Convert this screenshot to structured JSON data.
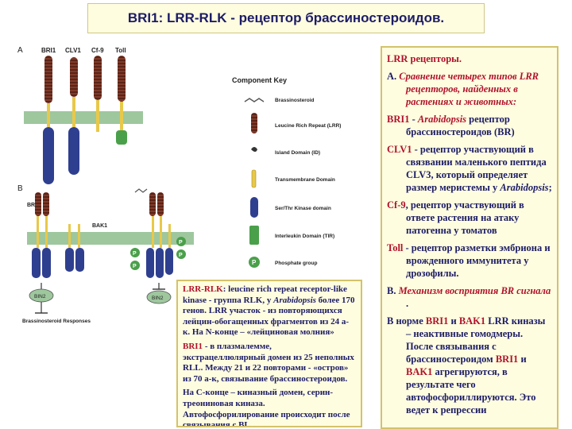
{
  "title": "BRI1:  LRR-RLK - рецептор брассиностероидов.",
  "figure": {
    "panel_a": "A",
    "panel_b": "B",
    "receptors": [
      "BRI1",
      "CLV1",
      "Cf-9",
      "Toll"
    ],
    "b_labels": {
      "bri1": "BRI1",
      "bak1": "BAK1",
      "bin2": "BIN2",
      "response": "Brassinosteroid Responses",
      "phospho": "P"
    },
    "key_title": "Component Key",
    "key_items": [
      "Brassinosteroid",
      "Leucine Rich Repeat (LRR)",
      "Island Domain (ID)",
      "Transmembrane Domain",
      "Ser/Thr Kinase domain",
      "Interleukin Domain (TIR)",
      "Phosphate group"
    ],
    "colors": {
      "membrane": "#9ec79e",
      "kinase": "#2f3f8f",
      "lrr": "#6b2a1e",
      "tm": "#e8c84a",
      "tir": "#4aa04a"
    }
  },
  "right": {
    "heading": "LRR рецепторы.",
    "a_label": "A.",
    "a_text": "Сравнение четырех типов LRR рецепторов, найденных в растениях и животных:",
    "bri1_name": "BRI1",
    "bri1_sep": " - ",
    "bri1_species": "Arabidopsis",
    "bri1_text": " рецептор брассиностероидов (BR)",
    "clv1_name": "CLV1",
    "clv1_text": " - рецептор участвующий в связвании маленького пептида CLV3, который определяет размер меристемы у ",
    "clv1_species": "Arabidopsis",
    "clv1_end": ";",
    "cf9_name": "Cf-9",
    "cf9_text": ", рецептор участвующий в ответе растения на атаку патогенна у томатов",
    "toll_name": "Toll",
    "toll_text": " - рецептор разметки эмбриона и врожденного иммунитета у дрозофилы.",
    "b_label": "B.",
    "b_text": " Механизм восприятия BR сигнала",
    "b_end": " .",
    "norm_1": "В норме ",
    "norm_bri1": "BRI1",
    "norm_2": " и ",
    "norm_bak1": "BAK1",
    "norm_3": " LRR киназы – неактивные гомодмеры. После связывания с брассиностероидом ",
    "norm_bri1b": "BRI1",
    "norm_4": " и ",
    "norm_bak1b": "BAK1",
    "norm_5": " агрегируются, в результате чего автофосфориллируются. Это ведет к репрессии"
  },
  "bottom": {
    "lrr_label": "LRR-RLK",
    "lrr_text": ":  leucine rich repeat receptor-like kinase - группа RLK, у ",
    "lrr_species": "Arabidopsis",
    "lrr_text2": "  более 170 генов. LRR участок -  из повторяющихся лейцин-обогащенных фрагментов из 24 а-к.  На N-конце – «лейциновая молния»",
    "bri1_label": "BRI1",
    "bri1_text": " - в плазмалемме, экстрацеллюлярный домен из 25 неполных RLL. Между 21 и 22 повторами - «остров» из 70 а-к, связывание брассиностероидов.",
    "c_text": "На С-конце – киназный домен, серин-треониновая киназа. Автофосфорилирование происходит после связывания с BL."
  }
}
